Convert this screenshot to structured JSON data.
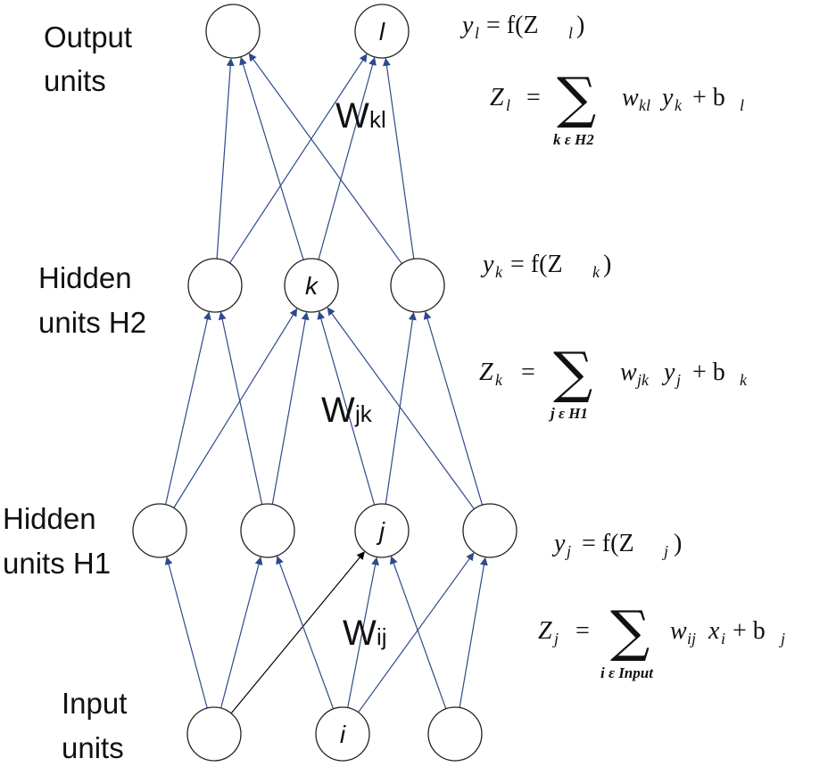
{
  "layers": {
    "output": {
      "label_line1": "Output",
      "label_line2": "units"
    },
    "h2": {
      "label_line1": "Hidden",
      "label_line2": "units H2"
    },
    "h1": {
      "label_line1": "Hidden",
      "label_line2": "units H1"
    },
    "input": {
      "label_line1": "Input",
      "label_line2": "units"
    }
  },
  "nodes": {
    "output_l": "l",
    "h2_k": "k",
    "h1_j": "j",
    "input_i": "i"
  },
  "weights": {
    "kl": {
      "main": "W",
      "sub": "kl"
    },
    "jk": {
      "main": "W",
      "sub": "jk"
    },
    "ij": {
      "main": "W",
      "sub": "ij"
    }
  },
  "equations": {
    "y_l": {
      "lhs": "y",
      "lhs_sub": "l",
      "rhs": "= f(Z",
      "rhs_sub": "l",
      "close": ")"
    },
    "z_l": {
      "lhs": "Z",
      "lhs_sub": "l",
      "eq": "=",
      "sigma": "∑",
      "under": "k ε H2",
      "term": "w",
      "term_sub": "kl",
      "y": "y",
      "y_sub": "k",
      "plus": "+ b",
      "b_sub": "l"
    },
    "y_k": {
      "lhs": "y",
      "lhs_sub": "k",
      "rhs": "= f(Z",
      "rhs_sub": "k",
      "close": ")"
    },
    "z_k": {
      "lhs": "Z",
      "lhs_sub": "k",
      "eq": "=",
      "sigma": "∑",
      "under": "j ε H1",
      "term": "w",
      "term_sub": "jk",
      "y": "y",
      "y_sub": "j",
      "plus": "+ b",
      "b_sub": "k"
    },
    "y_j": {
      "lhs": "y",
      "lhs_sub": "j",
      "rhs": "= f(Z",
      "rhs_sub": "j",
      "close": ")"
    },
    "z_j": {
      "lhs": "Z",
      "lhs_sub": "j",
      "eq": "=",
      "sigma": "∑",
      "under": "i ε Input",
      "term": "w",
      "term_sub": "ij",
      "y": "x",
      "y_sub": "i",
      "plus": "+ b",
      "b_sub": "j"
    }
  },
  "colors": {
    "edge": "#2e4a8a",
    "highlight_edge": "#000000",
    "node_stroke": "#222222"
  }
}
